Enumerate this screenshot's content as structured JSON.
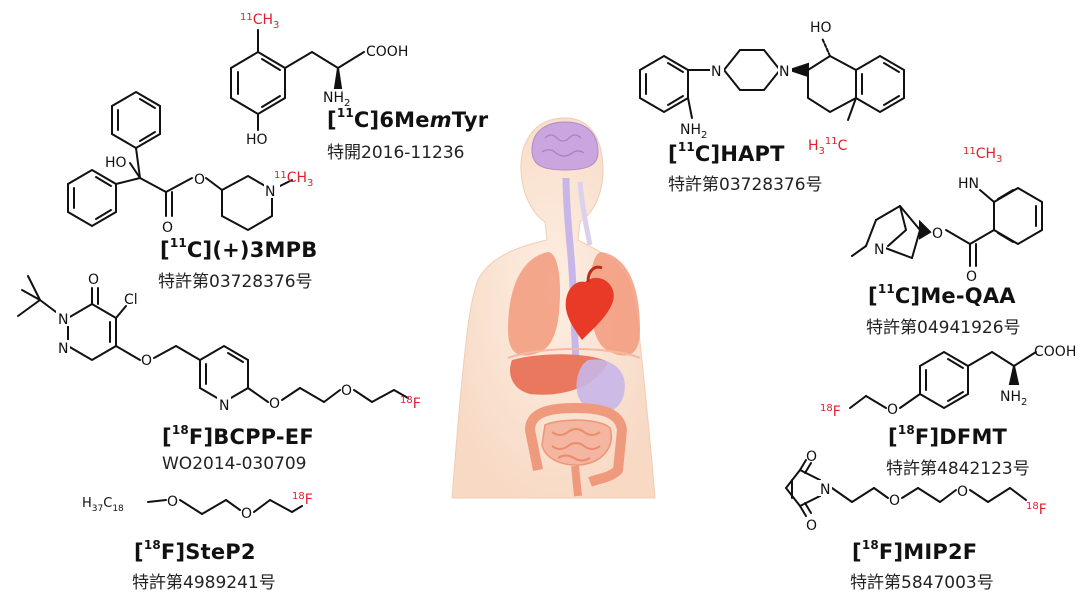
{
  "accent_colors": {
    "isotope_label": "#e0202a",
    "bond": "#111111",
    "body_fill": "#fbe6d6",
    "brain": "#c9a6de",
    "heart": "#e83a26",
    "lungs": "#f29a7d",
    "liver": "#e9785e",
    "intestine": "#f2a98b",
    "vessels": "#c8b6e8"
  },
  "compounds": [
    {
      "id": "6memtyr",
      "iso_open": "[",
      "iso_mass": "11",
      "iso_rest": "C]",
      "name": "6Me",
      "name_it": "m",
      "name_end": "Tyr",
      "patent": "特開2016-11236",
      "atoms": {
        "methyl": "CH",
        "methyl_sub": "3",
        "methyl_mass": "11",
        "acid": "COOH",
        "amine": "NH",
        "amine_sub": "2",
        "hydroxyl": "HO"
      }
    },
    {
      "id": "3mpb",
      "iso_open": "[",
      "iso_mass": "11",
      "iso_rest": "C](+)3MPB",
      "patent": "特許第03728376号",
      "atoms": {
        "hydroxyl": "HO",
        "oxygen": "O",
        "nitrogen": "N",
        "methyl": "CH",
        "methyl_sub": "3",
        "methyl_mass": "11"
      }
    },
    {
      "id": "bcpp",
      "iso_open": "[",
      "iso_mass": "18",
      "iso_rest": "F]BCPP-EF",
      "patent": "WO2014-030709",
      "atoms": {
        "oxygen": "O",
        "nitrogen": "N",
        "chlorine": "Cl",
        "fluorine": "F",
        "fluorine_mass": "18"
      }
    },
    {
      "id": "step2",
      "iso_open": "[",
      "iso_mass": "18",
      "iso_rest": "F]SteP2",
      "patent": "特許第4989241号",
      "atoms": {
        "chain": "H",
        "chain_sub1": "37",
        "chain_mid": "C",
        "chain_sub2": "18",
        "oxygen": "O",
        "fluorine": "F",
        "fluorine_mass": "18"
      }
    },
    {
      "id": "hapt",
      "iso_open": "[",
      "iso_mass": "11",
      "iso_rest": "C]HAPT",
      "patent": "特許第03728376号",
      "atoms": {
        "hydroxyl": "HO",
        "nitrogen": "N",
        "amine": "NH",
        "amine_sub": "2",
        "methyl_h": "H",
        "methyl_sub": "3",
        "methyl_mass": "11",
        "methyl_c": "C"
      }
    },
    {
      "id": "meqaa",
      "iso_open": "[",
      "iso_mass": "11",
      "iso_rest": "C]Me-QAA",
      "patent": "特許第04941926号",
      "atoms": {
        "methyl": "CH",
        "methyl_sub": "3",
        "methyl_mass": "11",
        "amine": "HN",
        "oxygen": "O",
        "nitrogen": "N"
      }
    },
    {
      "id": "dfmt",
      "iso_open": "[",
      "iso_mass": "18",
      "iso_rest": "F]DFMT",
      "patent": "特許第4842123号",
      "atoms": {
        "acid": "COOH",
        "amine": "NH",
        "amine_sub": "2",
        "oxygen": "O",
        "fluorine": "F",
        "fluorine_mass": "18"
      }
    },
    {
      "id": "mip2f",
      "iso_open": "[",
      "iso_mass": "18",
      "iso_rest": "F]MIP2F",
      "patent": "特許第5847003号",
      "atoms": {
        "oxygen": "O",
        "nitrogen": "N",
        "fluorine": "F",
        "fluorine_mass": "18"
      }
    }
  ]
}
